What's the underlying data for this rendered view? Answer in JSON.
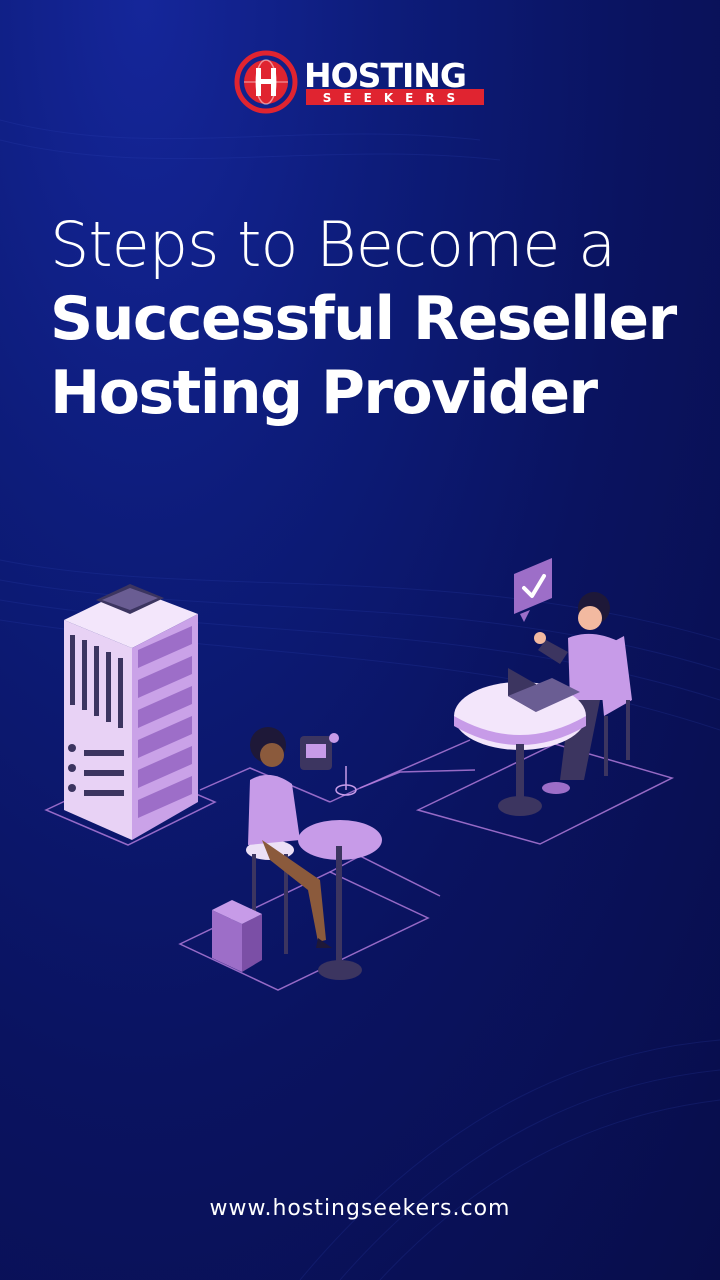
{
  "brand": {
    "name_top": "HOSTING",
    "name_bottom": "SEEKERS",
    "colors": {
      "red": "#e02430",
      "white": "#ffffff",
      "background": "#0b1463",
      "purple": "#c79be8"
    }
  },
  "headline": {
    "line1": "Steps to Become a",
    "line2": "Successful Reseller",
    "line3": "Hosting Provider"
  },
  "illustration": {
    "icons": [
      "server-rack-icon",
      "check-bubble-icon",
      "mail-bubble-icon",
      "briefcase-icon",
      "laptop-icon"
    ]
  },
  "footer": {
    "url": "www.hostingseekers.com"
  }
}
